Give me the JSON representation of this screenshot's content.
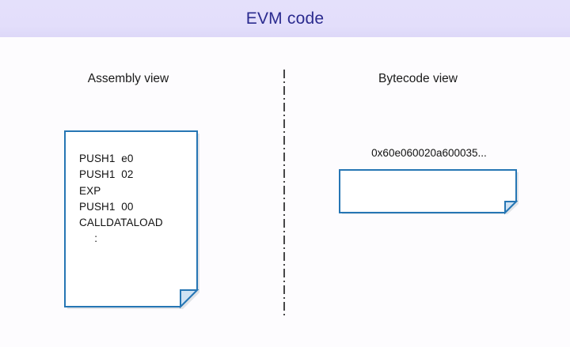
{
  "header": {
    "title": "EVM code",
    "title_color": "#2b2b8f",
    "background_color": "#e3defb"
  },
  "canvas": {
    "background_color": "#fdfcfe"
  },
  "columns": {
    "assembly": {
      "heading": "Assembly view"
    },
    "bytecode": {
      "heading": "Bytecode view"
    }
  },
  "divider": {
    "style": "dash-dot-vertical",
    "color": "#1a1a1a"
  },
  "notes": {
    "assembly_note": {
      "border_color": "#2676b4",
      "fill_color": "#ffffff",
      "fold_color": "#cfe2f3",
      "lines": [
        "PUSH1  e0",
        "PUSH1  02",
        "EXP",
        "PUSH1  00",
        "CALLDATALOAD",
        "     :"
      ],
      "text": "PUSH1  e0\nPUSH1  02\nEXP\nPUSH1  00\nCALLDATALOAD\n     :"
    },
    "bytecode_note": {
      "border_color": "#2676b4",
      "fill_color": "#ffffff",
      "fold_color": "#cfe2f3",
      "text": "0x60e060020a600035..."
    }
  }
}
